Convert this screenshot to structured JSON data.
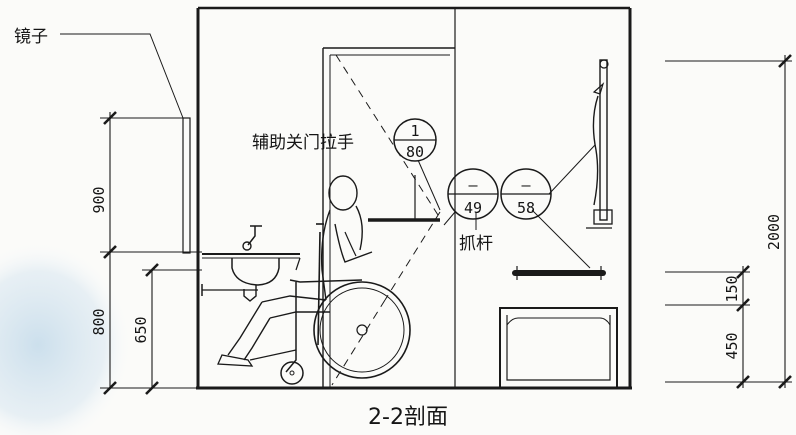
{
  "title": "2-2剖面",
  "labels": {
    "mirror": "镜子",
    "door_handle": "辅助关门拉手",
    "grab_bar": "抓杆"
  },
  "references": [
    {
      "top": "1",
      "bottom": "80"
    },
    {
      "top": "–",
      "bottom": "49"
    },
    {
      "top": "–",
      "bottom": "58"
    }
  ],
  "dimensions": {
    "left_900": "900",
    "left_800": "800",
    "left_650": "650",
    "right_2000": "2000",
    "right_150": "150",
    "right_450": "450"
  },
  "colors": {
    "ink": "#1a1a1a",
    "paper": "#fbfbf9",
    "stain": "#bcd6e8"
  }
}
